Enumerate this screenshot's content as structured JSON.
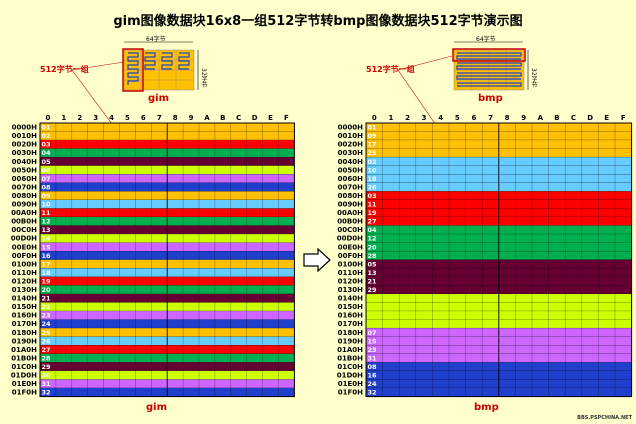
{
  "title": "gim图像数据块16x8一组512字节转bmp图像数据块512字节演示图",
  "left": {
    "label": "gim",
    "group_label": "512字节一组",
    "width_label": "64字节",
    "height_label": "32字节",
    "bottom_label": "gim",
    "rows": [
      {
        "addr": "0000H",
        "num": "01",
        "color": "#ffc000"
      },
      {
        "addr": "0010H",
        "num": "02",
        "color": "#ffc000"
      },
      {
        "addr": "0020H",
        "num": "03",
        "color": "#ff0000"
      },
      {
        "addr": "0030H",
        "num": "04",
        "color": "#00b050"
      },
      {
        "addr": "0040H",
        "num": "05",
        "color": "#660033"
      },
      {
        "addr": "0050H",
        "num": "06",
        "color": "#ccff00"
      },
      {
        "addr": "0060H",
        "num": "07",
        "color": "#cc66ff"
      },
      {
        "addr": "0070H",
        "num": "08",
        "color": "#1f3fcc"
      },
      {
        "addr": "0080H",
        "num": "09",
        "color": "#ffc000"
      },
      {
        "addr": "0090H",
        "num": "10",
        "color": "#66ccff"
      },
      {
        "addr": "00A0H",
        "num": "11",
        "color": "#ff0000"
      },
      {
        "addr": "00B0H",
        "num": "12",
        "color": "#00b050"
      },
      {
        "addr": "00C0H",
        "num": "13",
        "color": "#660033"
      },
      {
        "addr": "00D0H",
        "num": "14",
        "color": "#ccff00"
      },
      {
        "addr": "00E0H",
        "num": "15",
        "color": "#cc66ff"
      },
      {
        "addr": "00F0H",
        "num": "16",
        "color": "#1f3fcc"
      },
      {
        "addr": "0100H",
        "num": "17",
        "color": "#ffc000"
      },
      {
        "addr": "0110H",
        "num": "18",
        "color": "#66ccff"
      },
      {
        "addr": "0120H",
        "num": "19",
        "color": "#ff0000"
      },
      {
        "addr": "0130H",
        "num": "20",
        "color": "#00b050"
      },
      {
        "addr": "0140H",
        "num": "21",
        "color": "#660033"
      },
      {
        "addr": "0150H",
        "num": "22",
        "color": "#ccff00"
      },
      {
        "addr": "0160H",
        "num": "23",
        "color": "#cc66ff"
      },
      {
        "addr": "0170H",
        "num": "24",
        "color": "#1f3fcc"
      },
      {
        "addr": "0180H",
        "num": "25",
        "color": "#ffc000"
      },
      {
        "addr": "0190H",
        "num": "26",
        "color": "#66ccff"
      },
      {
        "addr": "01A0H",
        "num": "27",
        "color": "#ff0000"
      },
      {
        "addr": "01B0H",
        "num": "28",
        "color": "#00b050"
      },
      {
        "addr": "01C0H",
        "num": "29",
        "color": "#660033"
      },
      {
        "addr": "01D0H",
        "num": "30",
        "color": "#ccff00"
      },
      {
        "addr": "01E0H",
        "num": "31",
        "color": "#cc66ff"
      },
      {
        "addr": "01F0H",
        "num": "32",
        "color": "#1f3fcc"
      }
    ]
  },
  "right": {
    "label": "bmp",
    "group_label": "512字节一组",
    "width_label": "64字节",
    "height_label": "32字节",
    "bottom_label": "bmp",
    "rows": [
      {
        "addr": "0000H",
        "num": "01",
        "color": "#ffc000"
      },
      {
        "addr": "0010H",
        "num": "09",
        "color": "#ffc000"
      },
      {
        "addr": "0020H",
        "num": "17",
        "color": "#ffc000"
      },
      {
        "addr": "0030H",
        "num": "25",
        "color": "#ffc000"
      },
      {
        "addr": "0040H",
        "num": "02",
        "color": "#66ccff"
      },
      {
        "addr": "0050H",
        "num": "10",
        "color": "#66ccff"
      },
      {
        "addr": "0060H",
        "num": "18",
        "color": "#66ccff"
      },
      {
        "addr": "0070H",
        "num": "26",
        "color": "#66ccff"
      },
      {
        "addr": "0080H",
        "num": "03",
        "color": "#ff0000"
      },
      {
        "addr": "0090H",
        "num": "11",
        "color": "#ff0000"
      },
      {
        "addr": "00A0H",
        "num": "19",
        "color": "#ff0000"
      },
      {
        "addr": "00B0H",
        "num": "27",
        "color": "#ff0000"
      },
      {
        "addr": "00C0H",
        "num": "04",
        "color": "#00b050"
      },
      {
        "addr": "00D0H",
        "num": "12",
        "color": "#00b050"
      },
      {
        "addr": "00E0H",
        "num": "20",
        "color": "#00b050"
      },
      {
        "addr": "00F0H",
        "num": "28",
        "color": "#00b050"
      },
      {
        "addr": "0100H",
        "num": "05",
        "color": "#660033"
      },
      {
        "addr": "0110H",
        "num": "13",
        "color": "#660033"
      },
      {
        "addr": "0120H",
        "num": "21",
        "color": "#660033"
      },
      {
        "addr": "0130H",
        "num": "29",
        "color": "#660033"
      },
      {
        "addr": "0140H",
        "num": "",
        "color": "#ccff00"
      },
      {
        "addr": "0150H",
        "num": "",
        "color": "#ccff00"
      },
      {
        "addr": "0160H",
        "num": "",
        "color": "#ccff00"
      },
      {
        "addr": "0170H",
        "num": "",
        "color": "#ccff00"
      },
      {
        "addr": "0180H",
        "num": "07",
        "color": "#cc66ff"
      },
      {
        "addr": "0190H",
        "num": "15",
        "color": "#cc66ff"
      },
      {
        "addr": "01A0H",
        "num": "23",
        "color": "#cc66ff"
      },
      {
        "addr": "01B0H",
        "num": "31",
        "color": "#cc66ff"
      },
      {
        "addr": "01C0H",
        "num": "08",
        "color": "#1f3fcc"
      },
      {
        "addr": "01D0H",
        "num": "16",
        "color": "#1f3fcc"
      },
      {
        "addr": "01E0H",
        "num": "24",
        "color": "#1f3fcc"
      },
      {
        "addr": "01F0H",
        "num": "32",
        "color": "#1f3fcc"
      }
    ]
  },
  "columns": [
    "0",
    "1",
    "2",
    "3",
    "4",
    "5",
    "6",
    "7",
    "8",
    "9",
    "A",
    "B",
    "C",
    "D",
    "E",
    "F"
  ],
  "arrow_icon": "right-arrow-icon",
  "credit": "BBS.PSPCHINA.NET"
}
